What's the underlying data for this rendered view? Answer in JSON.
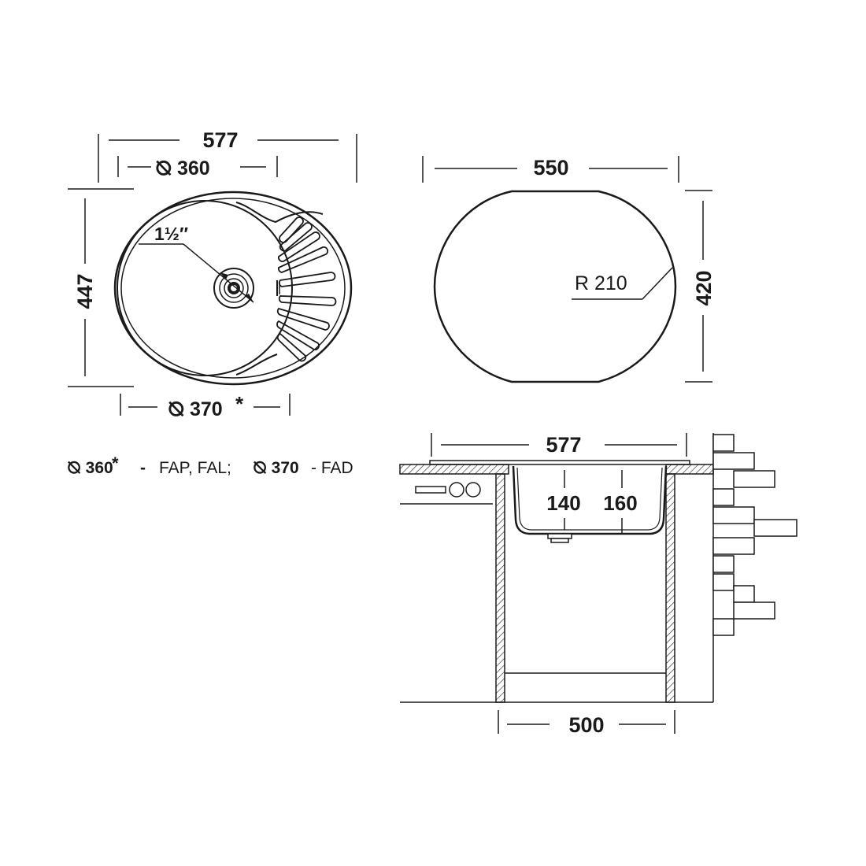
{
  "top_view": {
    "width_label": "577",
    "bowl_diameter_label": "⦰ 360",
    "height_label": "447",
    "drain_label": "1½″",
    "bottom_diameter_label": "⦰ 370",
    "bottom_diameter_mark": "*"
  },
  "cutout_view": {
    "width_label": "550",
    "height_label": "420",
    "radius_label": "R 210"
  },
  "note": {
    "part1_value": "⦰ 360",
    "part1_mark": "*",
    "part1_dash": "-",
    "part1_models": "FAP, FAL;",
    "part2_value": "⦰ 370",
    "part2_models": "- FAD"
  },
  "side_view": {
    "width_label": "577",
    "depth_a_label": "140",
    "depth_b_label": "160",
    "cabinet_label": "500"
  },
  "colors": {
    "line": "#1a1a1a",
    "background": "#ffffff"
  }
}
